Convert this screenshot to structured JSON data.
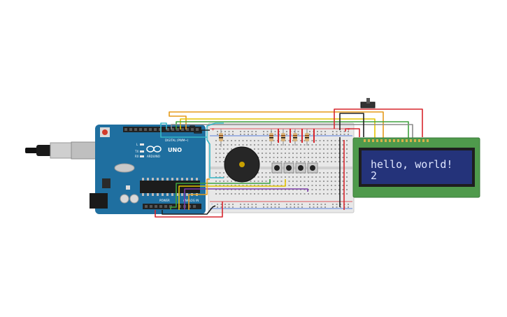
{
  "arduino": {
    "brand_name": "UNO",
    "logo_text": "ARDUINO",
    "digital_label": "DIGITAL (PWM~)",
    "power_label": "POWER",
    "analog_label": "ANALOG IN",
    "led_labels": [
      "L",
      "TX",
      "RX"
    ],
    "board_color": "#1f6fa0"
  },
  "lcd": {
    "line1": "hello, world!",
    "line2": "2",
    "bezel_color": "#4f9a4c",
    "screen_color": "#24337a"
  },
  "breadboard": {
    "rail_plus": "+",
    "rail_minus": "-"
  },
  "wire_colors": {
    "red": "#d7262d",
    "black": "#222222",
    "yellow": "#e6c400",
    "orange": "#e59a1a",
    "green": "#3ea23e",
    "cyan": "#35b6c6",
    "purple": "#7a3aa8",
    "gray": "#8a8a8a"
  }
}
